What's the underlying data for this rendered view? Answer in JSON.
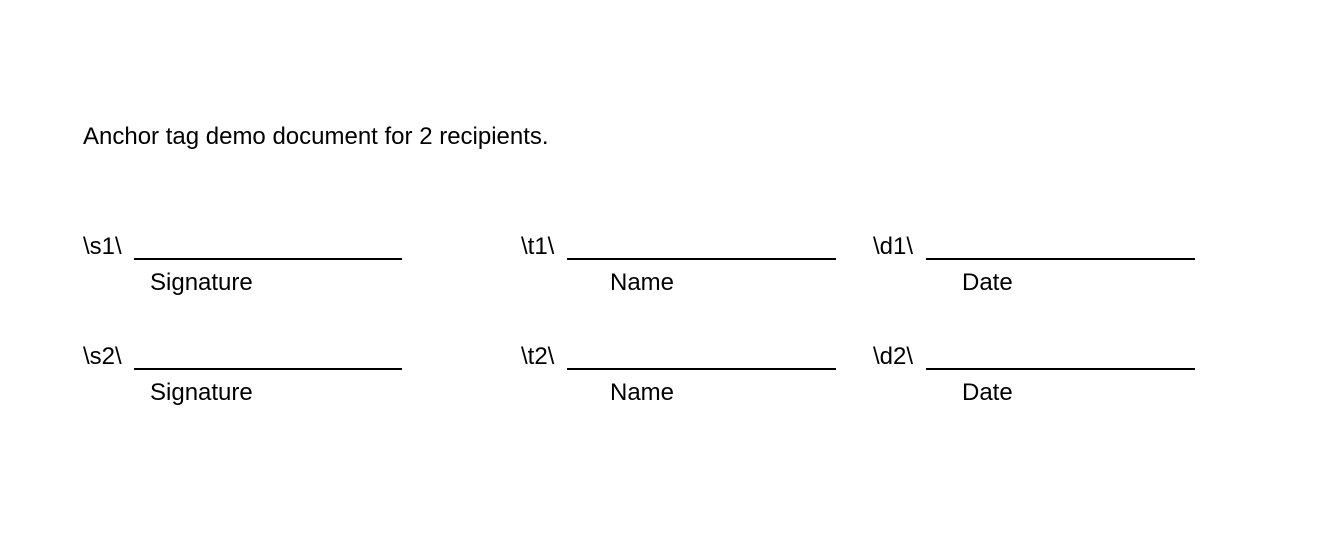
{
  "document": {
    "intro_text": "Anchor tag demo document for 2 recipients.",
    "rows": [
      {
        "signature": {
          "tag": "\\s1\\",
          "caption": "Signature"
        },
        "name": {
          "tag": "\\t1\\",
          "caption": "Name"
        },
        "date": {
          "tag": "\\d1\\",
          "caption": "Date"
        }
      },
      {
        "signature": {
          "tag": "\\s2\\",
          "caption": "Signature"
        },
        "name": {
          "tag": "\\t2\\",
          "caption": "Name"
        },
        "date": {
          "tag": "\\d2\\",
          "caption": "Date"
        }
      }
    ]
  }
}
